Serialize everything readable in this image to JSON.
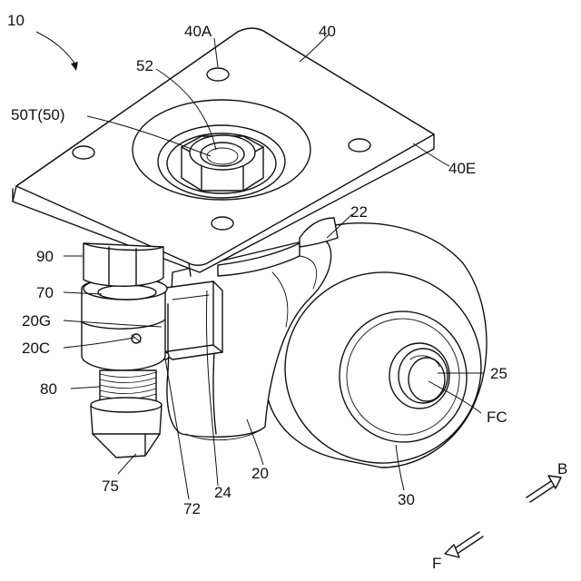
{
  "labels": {
    "assembly": "10",
    "hole_40a": "40A",
    "plate_40": "40",
    "nut_52": "52",
    "shaft_50t": "50T(50)",
    "edge_40e": "40E",
    "bracket_22": "22",
    "part_90": "90",
    "part_70": "70",
    "part_20g": "20G",
    "part_20c": "20C",
    "part_80": "80",
    "hub_25": "25",
    "center_fc": "FC",
    "foot_75": "75",
    "part_72": "72",
    "part_24": "24",
    "body_20": "20",
    "wheel_30": "30",
    "dir_b": "B",
    "dir_f": "F"
  }
}
